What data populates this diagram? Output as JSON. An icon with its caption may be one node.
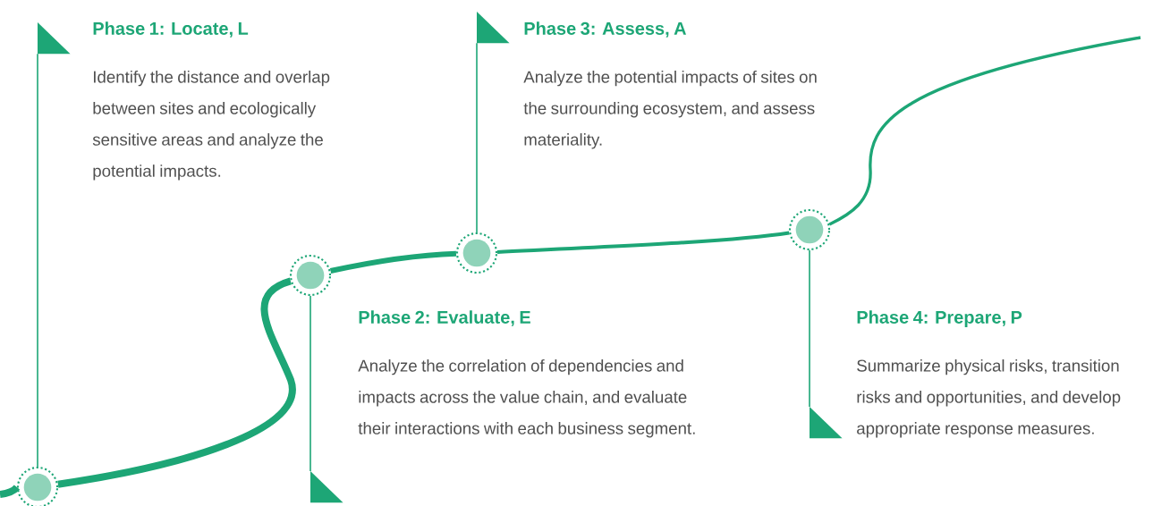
{
  "diagram": {
    "nodes": [
      {
        "text": [
          "Phase 1: Locate, L",
          "Identify the distance and overlap between sites and ecologically sensitive areas and analyze the potential impacts."
        ]
      },
      {
        "text": [
          "Phase 2: Evaluate, E",
          "Analyze the correlation of dependencies and impacts across the value chain, and evaluate their interactions with each business segment."
        ]
      },
      {
        "text": [
          "Phase 3: Assess, A",
          "Analyze the potential impacts of sites on the surrounding ecosystem, and assess materiality."
        ]
      },
      {
        "text": [
          "Phase 4: Prepare, P",
          "Summarize physical risks, transition risks and opportunities, and develop appropriate response measures."
        ]
      },
      {
        "text": [],
        "shape": "circle"
      },
      {
        "text": [],
        "shape": "circle"
      },
      {
        "text": [],
        "shape": "circle"
      },
      {
        "text": [],
        "shape": "circle"
      },
      {
        "text": [],
        "shape": "triangle"
      },
      {
        "text": [],
        "shape": "triangle"
      },
      {
        "text": [],
        "shape": "triangle"
      },
      {
        "text": [],
        "shape": "triangle"
      }
    ],
    "edges": [
      {
        "from": 4,
        "to": 5,
        "arrow": "none",
        "style": "thick"
      },
      {
        "from": 5,
        "to": 6,
        "arrow": "none",
        "style": "thick"
      },
      {
        "from": 6,
        "to": 7,
        "arrow": "none",
        "style": "thick"
      },
      {
        "from": 4,
        "to": 8,
        "arrow": "none"
      },
      {
        "from": 5,
        "to": 9,
        "arrow": "none"
      },
      {
        "from": 6,
        "to": 10,
        "arrow": "none"
      },
      {
        "from": 7,
        "to": 11,
        "arrow": "none"
      }
    ]
  }
}
